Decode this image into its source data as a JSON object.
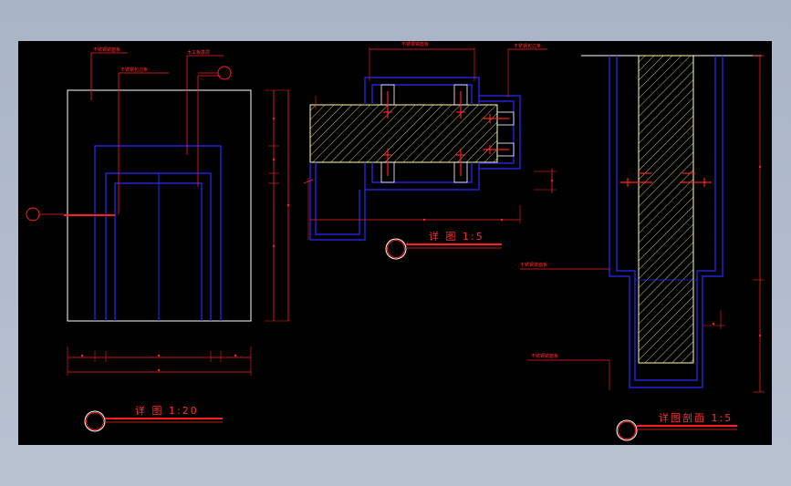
{
  "drawing": {
    "titles": {
      "detail_1": "详 图   1:20",
      "detail_2": "详 图   1:5",
      "detail_3": "详图剖面   1:5"
    },
    "notes": {
      "n1": "不锈钢镜面板",
      "n2": "不锈钢包边条",
      "n3": "木工板基层",
      "n4": "不锈钢镜面板",
      "n5": "不锈钢包边条",
      "n6": "不锈钢镜面板",
      "n7": "不锈钢镜面板"
    }
  },
  "colors": {
    "background": "#000000",
    "outline": "#ffffff",
    "structure": "#2020ff",
    "annotation": "#ff2020",
    "hatch": "#ffffa0"
  }
}
